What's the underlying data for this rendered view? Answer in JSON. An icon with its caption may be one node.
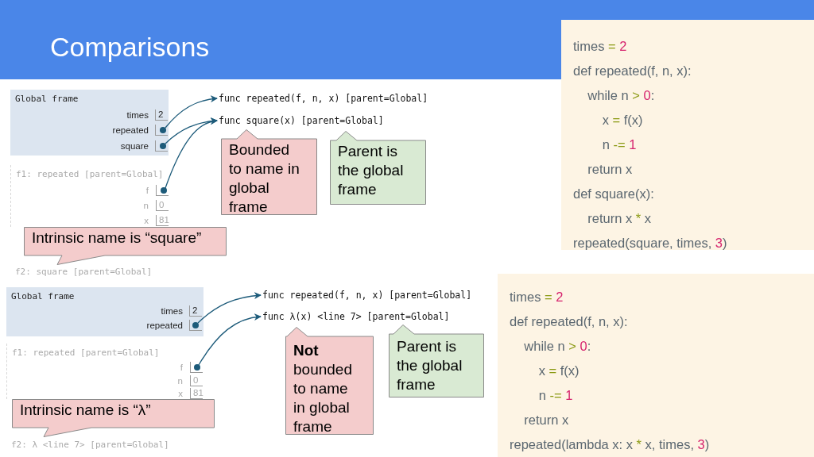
{
  "diagram": {
    "title": "Comparisons",
    "nodes": [
      {
        "text": [
          "Global frame",
          "times",
          "2",
          "repeated",
          "square"
        ]
      },
      {
        "text": [],
        "shape": "circle",
        "in": 0
      },
      {
        "text": [],
        "shape": "circle",
        "in": 0
      },
      {
        "text": [
          "f1: repeated [parent=Global]",
          "f",
          "n",
          "0",
          "x",
          "81"
        ]
      },
      {
        "text": [],
        "shape": "circle",
        "in": 3
      },
      {
        "text": [
          "func repeated(f, n, x) [parent=Global]"
        ]
      },
      {
        "text": [
          "func square(x) [parent=Global]"
        ]
      },
      {
        "text": [
          "Bounded to name in global frame"
        ]
      },
      {
        "text": [
          "Parent is the global frame"
        ]
      },
      {
        "text": [
          "Intrinsic name is “square”"
        ]
      },
      {
        "text": [
          "times = 2",
          "def repeated(f, n, x):",
          "    while n > 0:",
          "        x = f(x)",
          "        n -= 1",
          "    return x",
          "def square(x):",
          "    return x * x",
          "repeated(square, times, 3)"
        ]
      },
      {
        "text": [
          "Global frame",
          "times",
          "2",
          "repeated"
        ]
      },
      {
        "text": [],
        "shape": "circle",
        "in": 11
      },
      {
        "text": [
          "f1: repeated [parent=Global]",
          "f",
          "n",
          "0",
          "x",
          "81"
        ]
      },
      {
        "text": [],
        "shape": "circle",
        "in": 13
      },
      {
        "text": [
          "func repeated(f, n, x) [parent=Global]"
        ]
      },
      {
        "text": [
          "func λ(x) <line 7> [parent=Global]"
        ]
      },
      {
        "text": [
          "**Not** bounded to name in global frame"
        ]
      },
      {
        "text": [
          "Parent is the global frame"
        ]
      },
      {
        "text": [
          "Intrinsic name is “λ”"
        ]
      },
      {
        "text": [
          "times = 2",
          "def repeated(f, n, x):",
          "    while n > 0:",
          "        x = f(x)",
          "        n -= 1",
          "    return x",
          "repeated(lambda x: x * x, times, 3)"
        ]
      }
    ],
    "edges": [
      {
        "from": 1,
        "to": 5,
        "arrow": "to"
      },
      {
        "from": 2,
        "to": 6,
        "arrow": "to"
      },
      {
        "from": 4,
        "to": 6,
        "arrow": "to"
      },
      {
        "from": 12,
        "to": 15,
        "arrow": "to"
      },
      {
        "from": 14,
        "to": 16,
        "arrow": "to"
      }
    ],
    "labels": [
      "f2: square [parent=Global]",
      "f2: λ <line 7> [parent=Global]"
    ]
  }
}
